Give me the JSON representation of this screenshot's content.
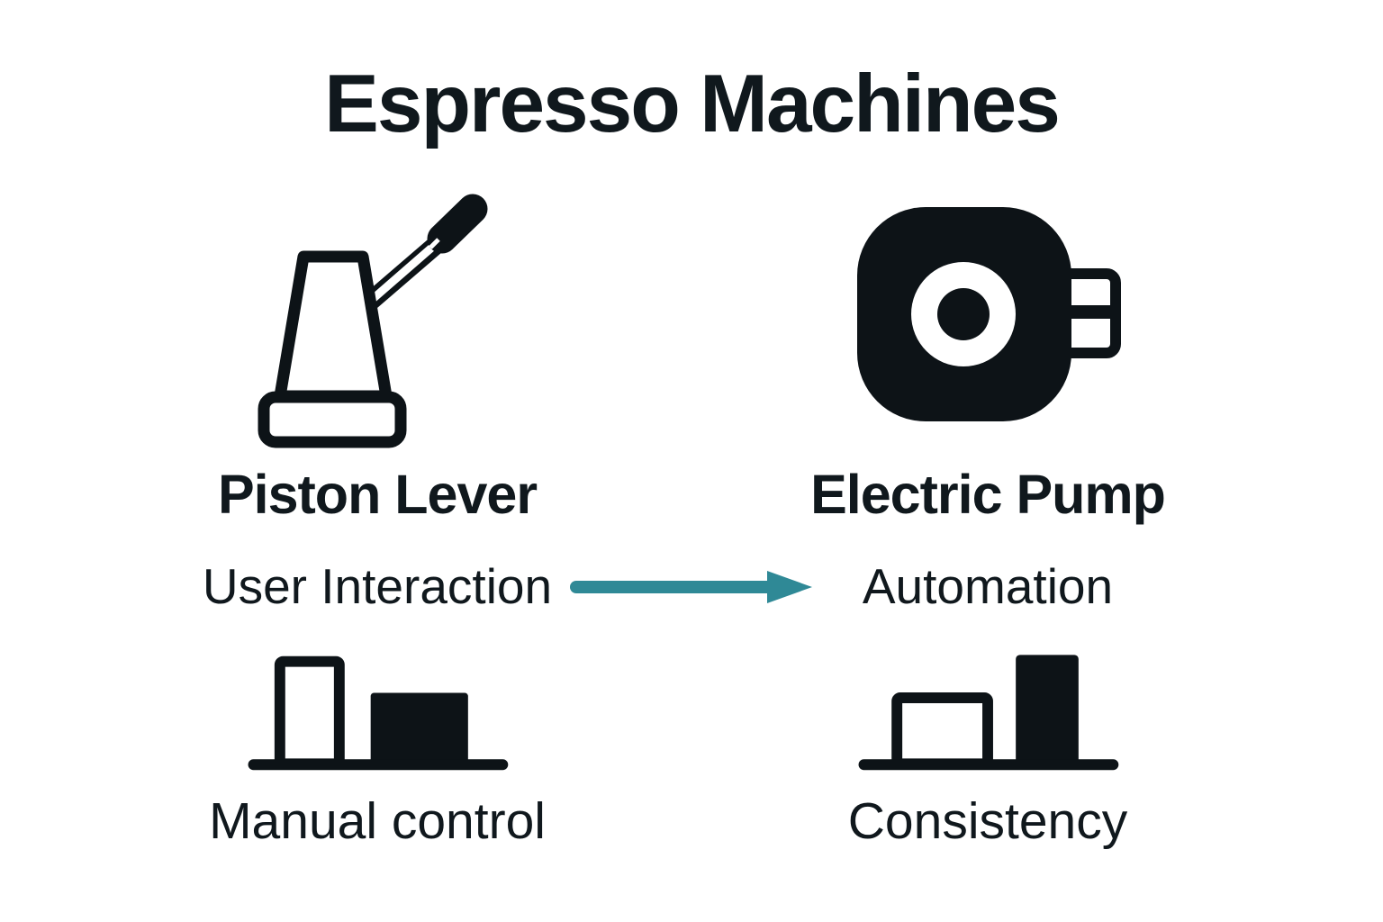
{
  "title": "Espresso Machines",
  "colors": {
    "text": "#10181d",
    "icon": "#0d1317",
    "arrow": "#2f8996",
    "background": "#ffffff"
  },
  "comparison": {
    "left": {
      "name": "Piston Lever",
      "icon": "lever-machine-icon",
      "dimension": "User Interaction",
      "metric_label": "Manual control",
      "metric_icon": "bar-chart-manual-icon"
    },
    "right": {
      "name": "Electric Pump",
      "icon": "electric-pump-icon",
      "dimension": "Automation",
      "metric_label": "Consistency",
      "metric_icon": "bar-chart-consistency-icon"
    },
    "arrow_direction": "left-to-right"
  }
}
